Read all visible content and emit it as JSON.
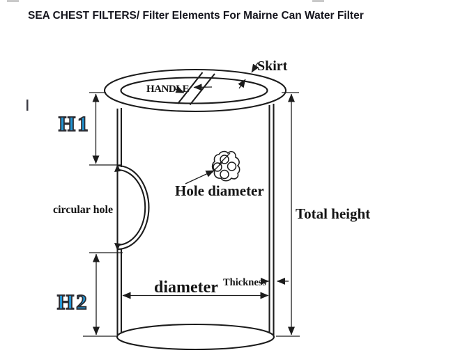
{
  "header": {
    "title": "SEA CHEST FILTERS/ Filter Elements For Mairne Can Water Filter"
  },
  "diagram": {
    "labels": {
      "skirt": "Skirt",
      "handle": "HANDLE",
      "h1": "H1",
      "circular_hole": "circular hole",
      "hole_diameter": "Hole diameter",
      "total_height": "Total height",
      "h2": "H2",
      "diameter": "diameter",
      "thickness": "Thickness"
    },
    "colors": {
      "line": "#1c1c1c",
      "dim_label_fill": "#2196d6",
      "title_text": "#16161e"
    }
  }
}
